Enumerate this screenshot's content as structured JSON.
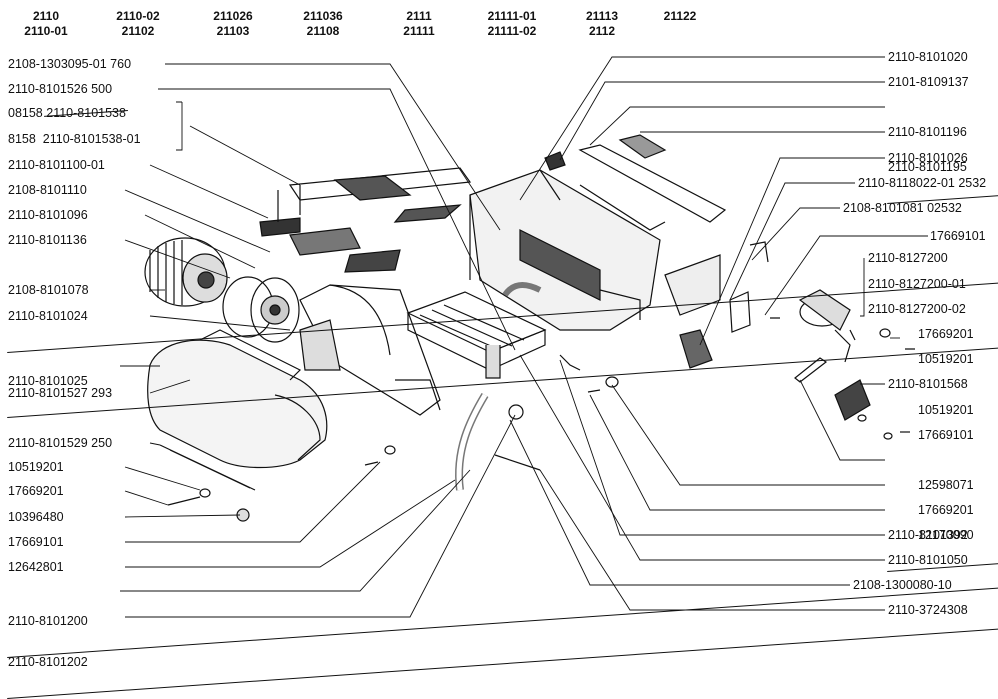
{
  "model_headers": [
    {
      "top": "2110",
      "bottom": "2110-01"
    },
    {
      "top": "2110-02",
      "bottom": "21102"
    },
    {
      "top": "211026",
      "bottom": "21103"
    },
    {
      "top": "211036",
      "bottom": "21108"
    },
    {
      "top": "2111",
      "bottom": "21111"
    },
    {
      "top": "21111-01",
      "bottom": "21111-02"
    },
    {
      "top": "21113",
      "bottom": "2112"
    },
    {
      "top": "21122",
      "bottom": ""
    }
  ],
  "left_labels": [
    {
      "text": "2108-1303095-01 760",
      "struck": false
    },
    {
      "text": "2110-8101526 500",
      "struck": false
    },
    {
      "prefix": "08158",
      "text": "2110-8101538",
      "struck": true
    },
    {
      "prefix": "8158",
      "text": "2110-8101538-01",
      "struck": false
    },
    {
      "text": "2110-8101100-01",
      "struck": false
    },
    {
      "text": "2108-8101110",
      "struck": false
    },
    {
      "text": "2110-8101096",
      "struck": false
    },
    {
      "text": "2110-8101136",
      "struck": false
    },
    {
      "text": "2108-8101078",
      "struck": false
    },
    {
      "text": "2110-8101024",
      "struck": true
    },
    {
      "text": "2110-8101025",
      "struck": true
    },
    {
      "text": "2110-8101527 293",
      "struck": false
    },
    {
      "text": "2110-8101529 250",
      "struck": false
    },
    {
      "text": "10519201",
      "struck": false
    },
    {
      "text": "17669201",
      "struck": false
    },
    {
      "text": "10396480",
      "struck": false
    },
    {
      "text": "17669101",
      "struck": false
    },
    {
      "text": "12642801",
      "struck": false
    },
    {
      "text": "2110-8101200",
      "struck": true
    },
    {
      "text": "2110-8101202",
      "struck": true
    }
  ],
  "right_labels": [
    {
      "text": "2110-8101020",
      "struck": false
    },
    {
      "text": "2101-8109137",
      "struck": false
    },
    {
      "text": "2110-8101195",
      "struck": true
    },
    {
      "text": "2110-8101196",
      "struck": false
    },
    {
      "text": "2110-8101026",
      "struck": false
    },
    {
      "text": "2110-8118022-01 2532",
      "struck": false
    },
    {
      "text": "2108-8101081 02532",
      "struck": false
    },
    {
      "text": "17669101",
      "struck": false
    },
    {
      "text": "2110-8127200",
      "struck": false
    },
    {
      "text": "2110-8127200-01",
      "struck": false
    },
    {
      "text": "2110-8127200-02",
      "struck": false
    },
    {
      "text": "17669201",
      "struck": false
    },
    {
      "text": "10519201",
      "struck": false
    },
    {
      "text": "2110-8101568",
      "struck": false
    },
    {
      "text": "10519201",
      "struck": false
    },
    {
      "text": "17669101",
      "struck": false
    },
    {
      "text": "2110-8101392",
      "struck": true
    },
    {
      "text": "12598071",
      "struck": false
    },
    {
      "text": "17669201",
      "struck": false
    },
    {
      "text": "12170090",
      "struck": false
    },
    {
      "text": "2110-8101050",
      "struck": false
    },
    {
      "text": "2108-1300080-10",
      "struck": false
    },
    {
      "text": "2110-3724308",
      "struck": false
    }
  ],
  "colors": {
    "ink": "#111111",
    "paper": "#ffffff"
  }
}
